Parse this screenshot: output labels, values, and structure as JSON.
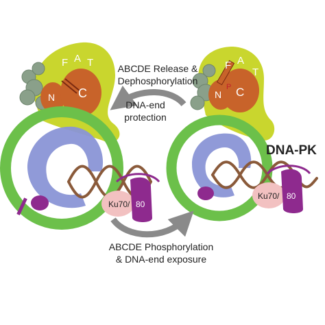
{
  "labels": {
    "release_line1": "ABCDE Release &",
    "release_line2": "Dephosphorylation",
    "protection_line1": "DNA-end",
    "protection_line2": "protection",
    "dnapk": "DNA-PK",
    "phos_line1": "ABCDE Phosphorylation",
    "phos_line2": "& DNA-end exposure"
  },
  "left_complex": {
    "fat_letters": [
      "F",
      "A",
      "T"
    ],
    "n_label": "N",
    "c_label": "C",
    "ku70": "Ku70/",
    "ku80": "80"
  },
  "right_complex": {
    "fat_letters": [
      "F",
      "A",
      "T"
    ],
    "n_label": "N",
    "c_label": "C",
    "p_label": "P",
    "ku70": "Ku70/",
    "ku80": "80"
  },
  "colors": {
    "fat": "#c9d62e",
    "ring": "#6cc04a",
    "nc_domain": "#c8632a",
    "blue_lobe": "#8a95d6",
    "dna": "#8a5a3a",
    "ku70": "#f2c1c1",
    "ku80": "#8e2a8e",
    "grey_domain": "#8aa08a",
    "arrow": "#8a8a8a"
  }
}
